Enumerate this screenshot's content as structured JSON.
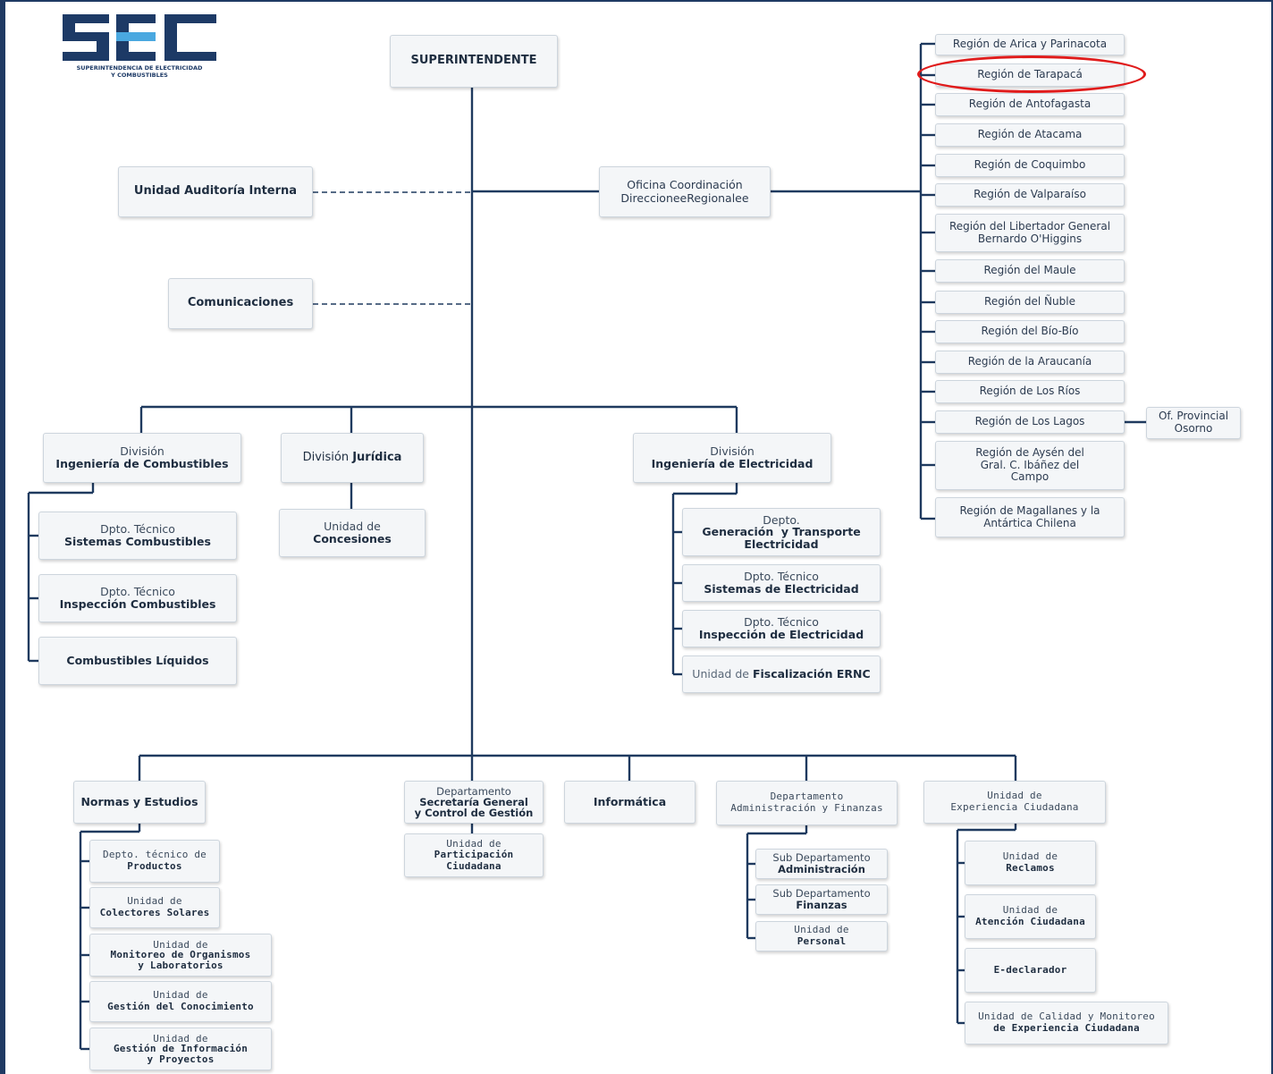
{
  "logo": {
    "text": "SEC",
    "subtitle_line1": "SUPERINTENDENCIA DE ELECTRICIDAD",
    "subtitle_line2": "Y COMBUSTIBLES",
    "colors": {
      "navy": "#1d3a66",
      "cyan": "#4aa8e0"
    }
  },
  "colors": {
    "line": "#1f3a5f",
    "highlight": "#e01b1b",
    "box_fill": "#f4f6f8",
    "box_border": "#cdd5dd"
  },
  "nodes": {
    "superintendente": [
      "SUPERINTENDENTE"
    ],
    "auditoria": [
      "Unidad Auditoría Interna"
    ],
    "comunicaciones": [
      "Comunicaciones"
    ],
    "oficina": [
      "Oficina Coordinación",
      "DireccioneeRegionalee"
    ],
    "regiones": [
      [
        "Región de Arica y Parinacota"
      ],
      [
        "Región de Tarapacá"
      ],
      [
        "Región de Antofagasta"
      ],
      [
        "Región de Atacama"
      ],
      [
        "Región de Coquimbo"
      ],
      [
        "Región de Valparaíso"
      ],
      [
        "Región del Libertador General",
        "Bernardo O'Higgins"
      ],
      [
        "Región del Maule"
      ],
      [
        "Región del Ñuble"
      ],
      [
        "Región del Bío-Bío"
      ],
      [
        "Región de la Araucanía"
      ],
      [
        "Región de Los Ríos"
      ],
      [
        "Región de Los Lagos"
      ],
      [
        "Región de Aysén del",
        "Gral. C. Ibáñez del",
        "Campo"
      ],
      [
        "Región de Magallanes y la",
        "Antártica Chilena"
      ]
    ],
    "provincial": [
      "Of. Provincial",
      "Osorno"
    ],
    "div_combustibles": [
      "División",
      "Ingeniería de Combustibles"
    ],
    "comb_children": [
      [
        "Dpto. Técnico",
        "Sistemas Combustibles"
      ],
      [
        "Dpto. Técnico",
        "Inspección Combustibles"
      ],
      [
        "Combustibles Líquidos"
      ]
    ],
    "div_juridica": {
      "prefix": "División ",
      "bold": "Jurídica"
    },
    "concesiones": [
      "Unidad de",
      "Concesiones"
    ],
    "div_electricidad": [
      "División",
      "Ingeniería de Electricidad"
    ],
    "elec_children": [
      [
        "Depto.",
        "Generación  y Transporte",
        "Electricidad"
      ],
      [
        "Dpto. Técnico",
        "Sistemas de Electricidad"
      ],
      [
        "Dpto. Técnico",
        "Inspección de Electricidad"
      ]
    ],
    "ernc": {
      "prefix": "Unidad de ",
      "bold": "Fiscalización ERNC"
    },
    "normas": [
      "Normas y Estudios"
    ],
    "normas_children": [
      [
        "Depto. técnico de",
        "Productos"
      ],
      [
        "Unidad de",
        "Colectores Solares"
      ],
      [
        "Unidad de",
        "Monitoreo de Organismos",
        "y Laboratorios"
      ],
      [
        "Unidad de",
        "Gestión del Conocimiento"
      ],
      [
        "Unidad de",
        "Gestión de Información",
        "y Proyectos"
      ]
    ],
    "secretaria": [
      "Departamento",
      "Secretaría General",
      "y Control de Gestión"
    ],
    "participacion": [
      "Unidad de",
      "Participación",
      "Ciudadana"
    ],
    "informatica": [
      "Informática"
    ],
    "administracion": [
      "Departamento",
      "Administración y Finanzas"
    ],
    "admin_children": [
      [
        "Sub Departamento",
        "Administración"
      ],
      [
        "Sub Departamento",
        "Finanzas"
      ],
      [
        "Unidad de",
        "Personal"
      ]
    ],
    "experiencia": [
      "Unidad de",
      "Experiencia Ciudadana"
    ],
    "exp_children": [
      [
        "Unidad de",
        "Reclamos"
      ],
      [
        "Unidad de",
        "Atención Ciudadana"
      ],
      [
        "E-declarador"
      ],
      [
        "Unidad de Calidad y Monitoreo",
        "de Experiencia Ciudadana"
      ]
    ]
  }
}
